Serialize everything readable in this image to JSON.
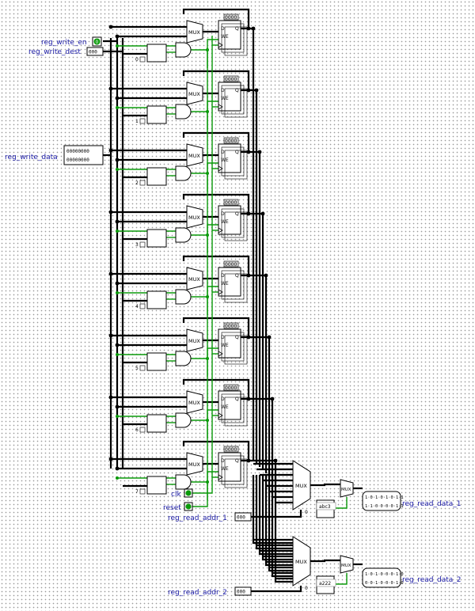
{
  "inputs": {
    "write_en": {
      "label": "reg_write_en",
      "value": "0"
    },
    "write_dest": {
      "label": "reg_write_dest",
      "value": "000"
    },
    "write_data": {
      "label": "reg_write_data",
      "value_hi": "00000000",
      "value_lo": "00000000"
    },
    "clk": {
      "label": "clk",
      "value": "0"
    },
    "reset": {
      "label": "reset",
      "value": "0"
    },
    "read_addr_1": {
      "label": "reg_read_addr_1",
      "value": "000"
    },
    "read_addr_2": {
      "label": "reg_read_addr_2",
      "value": "000"
    }
  },
  "outputs": {
    "read_data_1": {
      "label": "reg_read_data_1",
      "value_hi": "1·0·1·0·1·0·1·1",
      "value_lo": "1·1·0·0·0·0·1·1"
    },
    "read_data_2": {
      "label": "reg_read_data_2",
      "value_hi": "1·0·1·0·0·0·1·0",
      "value_lo": "0·0·1·0·0·0·1·0"
    }
  },
  "register_labels": {
    "D": "D",
    "Q": "Q",
    "WE": "WE",
    "reg_value": "0000"
  },
  "mux_label": "MUX",
  "selector_constant": "0",
  "decoder_indices": [
    "0",
    "1",
    "2",
    "3",
    "4",
    "5",
    "6",
    "7"
  ],
  "probes": {
    "p1": "abc3",
    "p2": "a222"
  },
  "colors": {
    "wire_bus": "#000000",
    "wire_on": "#00b400",
    "wire_off": "#005a00",
    "label": "#1a1aa6"
  }
}
